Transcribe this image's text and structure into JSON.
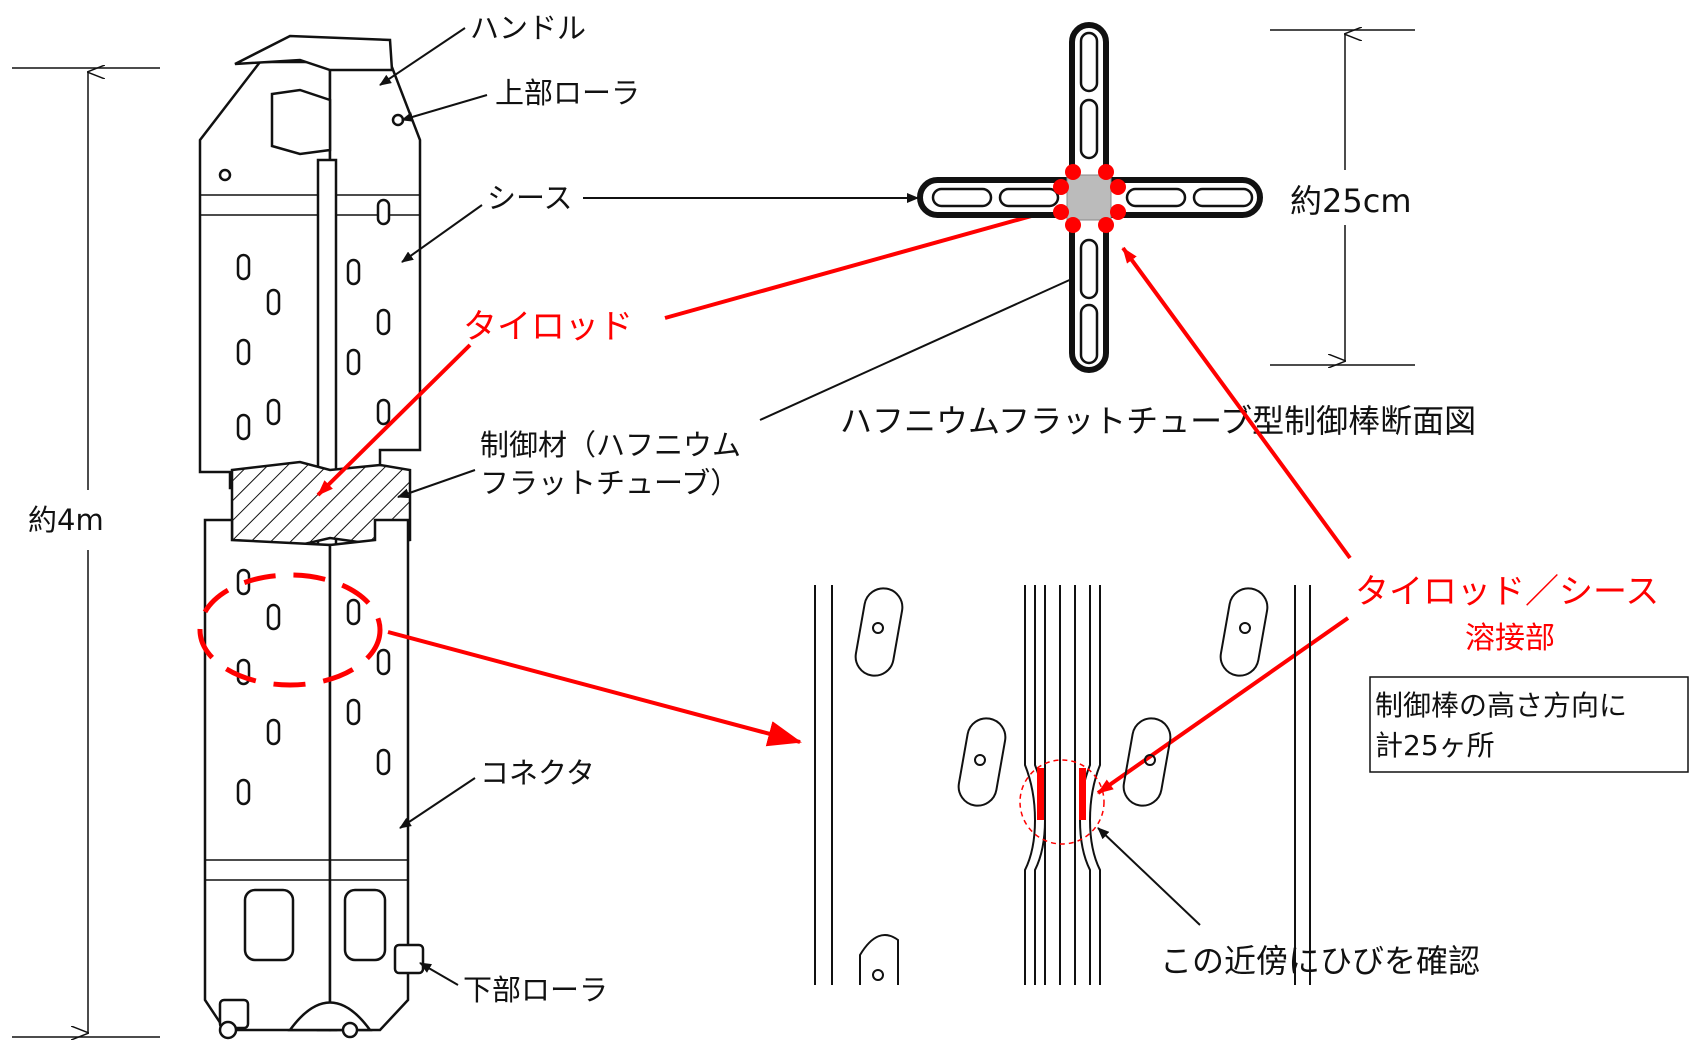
{
  "labels": {
    "handle": "ハンドル",
    "upper_roller": "上部ローラ",
    "sheath": "シース",
    "tie_rod": "タイロッド",
    "control_material_line1": "制御材（ハフニウム",
    "control_material_line2": "フラットチューブ）",
    "connector": "コネクタ",
    "lower_roller": "下部ローラ",
    "length": "約4m",
    "width": "約25cm",
    "cross_section_title": "ハフニウムフラットチューブ型制御棒断面図",
    "weld_line1": "タイロッド／シース",
    "weld_line2": "溶接部",
    "note_line1": "制御棒の高さ方向に",
    "note_line2": "計25ヶ所",
    "crack": "この近傍にひびを確認"
  },
  "colors": {
    "accent_red": "#ff0000",
    "line": "#111111",
    "center_gray": "#bbbbbb"
  }
}
